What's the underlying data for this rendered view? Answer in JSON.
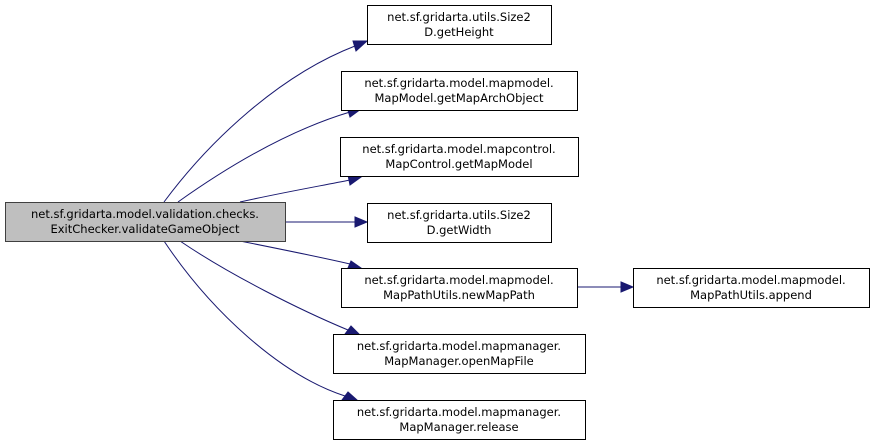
{
  "diagram": {
    "type": "call-graph",
    "root": {
      "id": "root",
      "lines": [
        "net.sf.gridarta.model.validation.checks.",
        "ExitChecker.validateGameObject"
      ]
    },
    "nodes": [
      {
        "id": "n1",
        "lines": [
          "net.sf.gridarta.utils.Size2",
          "D.getHeight"
        ]
      },
      {
        "id": "n2",
        "lines": [
          "net.sf.gridarta.model.mapmodel.",
          "MapModel.getMapArchObject"
        ]
      },
      {
        "id": "n3",
        "lines": [
          "net.sf.gridarta.model.mapcontrol.",
          "MapControl.getMapModel"
        ]
      },
      {
        "id": "n4",
        "lines": [
          "net.sf.gridarta.utils.Size2",
          "D.getWidth"
        ]
      },
      {
        "id": "n5",
        "lines": [
          "net.sf.gridarta.model.mapmodel.",
          "MapPathUtils.newMapPath"
        ]
      },
      {
        "id": "n6",
        "lines": [
          "net.sf.gridarta.model.mapmanager.",
          "MapManager.openMapFile"
        ]
      },
      {
        "id": "n7",
        "lines": [
          "net.sf.gridarta.model.mapmanager.",
          "MapManager.release"
        ]
      },
      {
        "id": "n8",
        "lines": [
          "net.sf.gridarta.model.mapmodel.",
          "MapPathUtils.append"
        ]
      }
    ],
    "edges": [
      {
        "from": "root",
        "to": "n1"
      },
      {
        "from": "root",
        "to": "n2"
      },
      {
        "from": "root",
        "to": "n3"
      },
      {
        "from": "root",
        "to": "n4"
      },
      {
        "from": "root",
        "to": "n5"
      },
      {
        "from": "root",
        "to": "n6"
      },
      {
        "from": "root",
        "to": "n7"
      },
      {
        "from": "n5",
        "to": "n8"
      }
    ],
    "colors": {
      "edge": "#191970",
      "root_fill": "#bfbfbf",
      "node_fill": "#ffffff",
      "border": "#000000"
    }
  }
}
